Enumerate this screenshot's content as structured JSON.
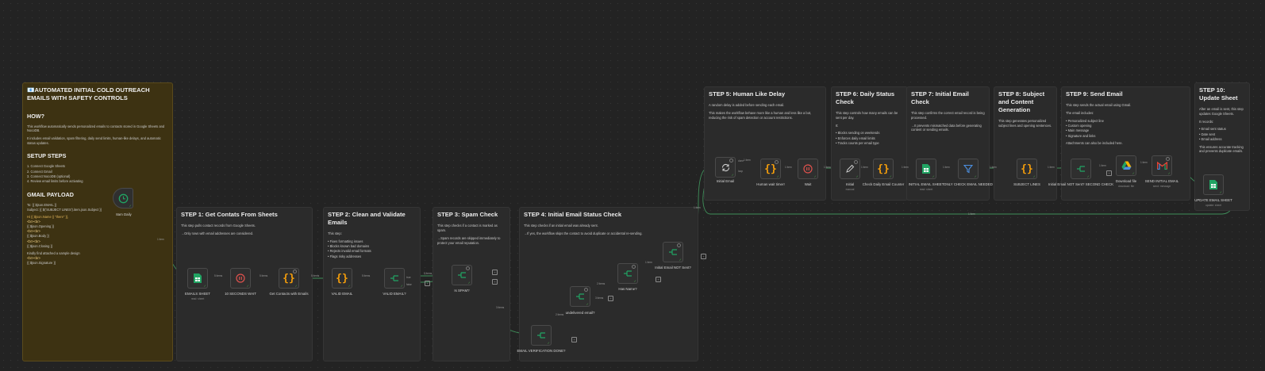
{
  "colors": {
    "edge": "#3f8f5a",
    "sheets": "#21a463",
    "code": "#f59e0b",
    "wait": "#e0524d",
    "filter": "#4c8fe0",
    "gmail": "#ea4335"
  },
  "main_note": {
    "title": "📧AUTOMATED INITIAL COLD OUTREACH EMAILS WITH SAFETY CONTROLS",
    "how_heading": "HOW?",
    "how_p1": "This workflow automatically sends personalized emails to contacts stored in Google Sheets and NocoDB.",
    "how_p2": "It includes email validation, spam filtering, daily send limits, human-like delays, and automatic status updates.",
    "setup_heading": "SETUP STEPS",
    "setup_steps": [
      "1. Connect Google Sheets",
      "2. Connect Gmail",
      "3. Connect NocoDB (optional)",
      "4. Review email limits before activating"
    ],
    "payload_heading": "GMAIL PAYLOAD",
    "payload_to": "To: {{ $json.EMAIL }}",
    "payload_subject": "Subject: {{ $('SUBJECT LINES').item.json.Subject }}",
    "payload_hi": "Hi {{ $json.Name || \"there\" }},",
    "payload_br1": "<br><br>",
    "payload_opening": "{{ $json.Opening }}",
    "payload_br2": "<br><br>",
    "payload_body": "{{ $json.Body }}",
    "payload_br3": "<br><br>",
    "payload_closing": "{{ $json.Closing }}",
    "payload_kindly": "Kindly find attached a sample design",
    "payload_br4": "<br><br>",
    "payload_signature": "{{ $json.Signature }}"
  },
  "steps": {
    "s1": {
      "title": "STEP 1: Get Contats From Sheets",
      "p1": "This step pulls contact records from Google Sheets.",
      "p2": "→Only rows with email addresses are considered."
    },
    "s2": {
      "title": "STEP 2: Clean and Validate Emails",
      "intro": "This step:",
      "items": [
        "• Fixes formatting issues",
        "• Blocks known bad domains",
        "• Rejects invalid email formats",
        "• Flags risky addresses"
      ]
    },
    "s3": {
      "title": "STEP 3: Spam Check",
      "p1": "This step checks if a contact is marked as spam.",
      "p2": "→Spam records are skipped immediately to protect your email reputation."
    },
    "s4": {
      "title": "STEP 4: Initial Email Status Check",
      "p1": "This step checks if an initial email was already sent.",
      "p2": "→If yes, the workflow skips the contact to avoid duplicate or accidental re-sending."
    },
    "s5": {
      "title": "STEP 5: Human Like Delay",
      "p1": "A random delay is added before sending each email.",
      "p2": "This makes the workflow behave more like a human and less like a bot, reducing the risk of spam detection or account restrictions."
    },
    "s6": {
      "title": "STEP 6: Daily Status Check",
      "p1": "This step controls how many emails can be sent per day.",
      "p2": "It:",
      "items": [
        "• Blocks sending on weekends",
        "• Enforces daily email limits",
        "• Tracks counts per email type"
      ]
    },
    "s7": {
      "title": "STEP 7: Initial Email Check",
      "p1": "This step confirms the correct email record is being processed.",
      "p2": "→It prevents mismatched data before generating content or sending emails."
    },
    "s8": {
      "title": "STEP 8: Subject and Content Generation",
      "p1": "This step generates personalized subject lines and opening sentences."
    },
    "s9": {
      "title": "STEP 9: Send Email",
      "p1": "This step sends the actual email using Gmail.",
      "p2": "The email includes:",
      "items": [
        "• Personalized subject line",
        "• Custom opening",
        "• Main message",
        "• Signature and links"
      ],
      "p3": "Attachments can also be included here."
    },
    "s10": {
      "title": "STEP 10: Update Sheet",
      "p1": "After an email is sent, this step updates Google Sheets.",
      "p2": "It records:",
      "items": [
        "• Email sent status",
        "• Date sent",
        "• Email address"
      ],
      "p3": "This ensures accurate tracking and prevents duplicate emails."
    }
  },
  "nodes": {
    "trigger": {
      "label": "8am Daily",
      "icon": "clock-icon"
    },
    "emails_sheet": {
      "label": "EMAILS SHEET",
      "sub": "read: sheet",
      "icon": "google-sheets-icon"
    },
    "wait10": {
      "label": "10 SECONDS WAIT",
      "icon": "pause-icon"
    },
    "get_contacts": {
      "label": "Get Contacts with Emails",
      "icon": "code-braces-icon"
    },
    "valid_email": {
      "label": "VALID EMAIL",
      "icon": "code-braces-icon"
    },
    "valid_email_q": {
      "label": "VALID EMAIL?",
      "icon": "if-branch-icon"
    },
    "is_spam": {
      "label": "Is SPAM?",
      "icon": "if-branch-icon"
    },
    "verif_done": {
      "label": "EMAIL VERIFICATION DONE?",
      "icon": "if-branch-icon"
    },
    "undelivered": {
      "label": "undelivered email?",
      "icon": "if-branch-icon"
    },
    "has_name": {
      "label": "Has Name?",
      "icon": "if-branch-icon"
    },
    "not_sent": {
      "label": "Initial Email NOT Sent?",
      "icon": "if-branch-icon"
    },
    "initial_email": {
      "label": "Initial Email",
      "icon": "loop-icon"
    },
    "human_wait": {
      "label": "Human wait timer!",
      "icon": "code-braces-icon"
    },
    "wait": {
      "label": "Wait",
      "icon": "pause-icon"
    },
    "initial": {
      "label": "Initial",
      "sub": "manual",
      "icon": "pencil-icon"
    },
    "check_daily": {
      "label": "Check Daily Email Counter",
      "icon": "code-braces-icon"
    },
    "initial_sheet": {
      "label": "INITIAL EMAIL SHEET",
      "sub": "read: sheet",
      "icon": "google-sheets-icon"
    },
    "only_check": {
      "label": "ONLY CHECK EMAIL NEEDED",
      "icon": "filter-icon"
    },
    "subject_lines": {
      "label": "SUBJECT LINES",
      "icon": "code-braces-icon"
    },
    "not_sent2": {
      "label": "Initial Email NOT Sent? SECOND CHECK",
      "icon": "if-branch-icon"
    },
    "download": {
      "label": "Download file",
      "sub": "download: file",
      "icon": "google-drive-icon"
    },
    "send_initial": {
      "label": "SEND INITIAL EMAIL",
      "sub": "send: message",
      "icon": "gmail-icon"
    },
    "update_sheet": {
      "label": "UPDATE EMAIL SHEET",
      "sub": "update: sheet",
      "icon": "google-sheets-icon"
    }
  },
  "edge_labels": {
    "e_trigger": "1 item",
    "e1": "5 items",
    "e2": "5 items",
    "e3": "5 items",
    "e4": "5 items",
    "e5": "5 items",
    "e6": "3 items",
    "e7": "2 items",
    "e8": "2 items",
    "e9": "3 items",
    "e10": "1 item",
    "e11": "1 item",
    "e12": "1 item",
    "e13": "1 item",
    "e14": "1 item",
    "e15": "1 item",
    "e16": "1 item",
    "e17": "1 item",
    "e18": "1 item",
    "e19": "1 item",
    "e20": "1 item",
    "e21": "1 item",
    "e22": "1 item",
    "loop_done": "done",
    "loop_loop": "loop",
    "true_label": "true",
    "false_label": "false"
  }
}
